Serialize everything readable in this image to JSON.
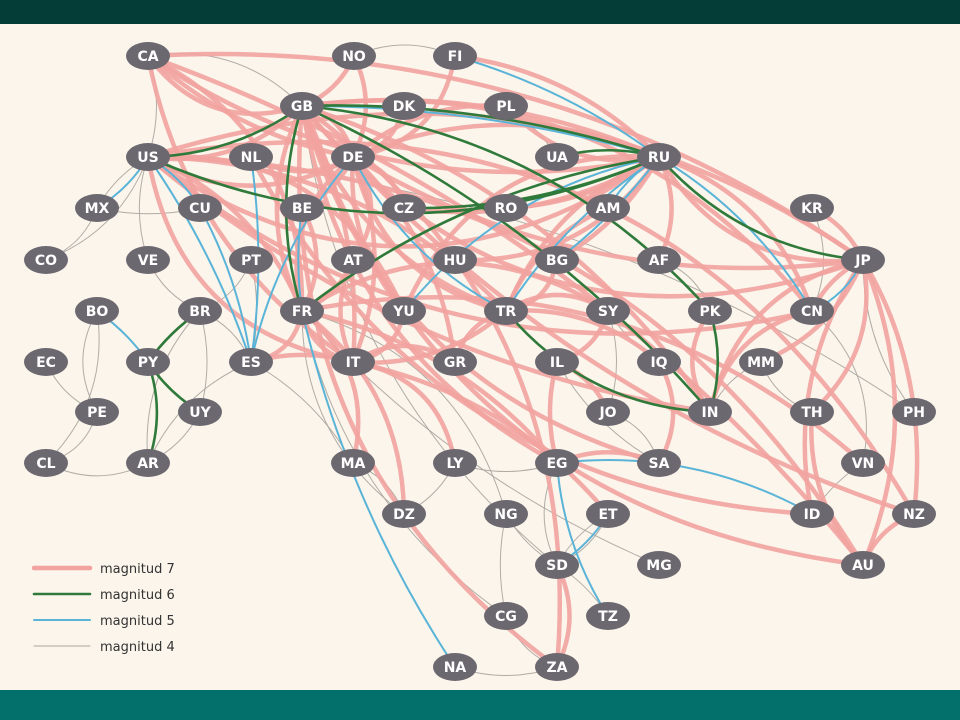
{
  "colors": {
    "m7": "#f2a3a0",
    "m6": "#2f7a3a",
    "m5": "#5ab4d8",
    "m4": "#a9a59e",
    "node": "#6b6870",
    "node_text": "#ffffff",
    "background": "#fbf5ec",
    "top_bar": "#043c38",
    "bottom_bar": "#04706b"
  },
  "legend": [
    {
      "key": "m7",
      "label": "magnitud 7"
    },
    {
      "key": "m6",
      "label": "magnitud 6"
    },
    {
      "key": "m5",
      "label": "magnitud 5"
    },
    {
      "key": "m4",
      "label": "magnitud 4"
    }
  ],
  "nodes": [
    {
      "id": "CA"
    },
    {
      "id": "NO"
    },
    {
      "id": "FI"
    },
    {
      "id": "GB"
    },
    {
      "id": "DK"
    },
    {
      "id": "PL"
    },
    {
      "id": "US"
    },
    {
      "id": "NL"
    },
    {
      "id": "DE"
    },
    {
      "id": "UA"
    },
    {
      "id": "RU"
    },
    {
      "id": "MX"
    },
    {
      "id": "CU"
    },
    {
      "id": "BE"
    },
    {
      "id": "CZ"
    },
    {
      "id": "RO"
    },
    {
      "id": "AM"
    },
    {
      "id": "KR"
    },
    {
      "id": "CO"
    },
    {
      "id": "VE"
    },
    {
      "id": "PT"
    },
    {
      "id": "AT"
    },
    {
      "id": "HU"
    },
    {
      "id": "BG"
    },
    {
      "id": "AF"
    },
    {
      "id": "JP"
    },
    {
      "id": "BO"
    },
    {
      "id": "BR"
    },
    {
      "id": "FR"
    },
    {
      "id": "YU"
    },
    {
      "id": "TR"
    },
    {
      "id": "SY"
    },
    {
      "id": "PK"
    },
    {
      "id": "CN"
    },
    {
      "id": "EC"
    },
    {
      "id": "PY"
    },
    {
      "id": "ES"
    },
    {
      "id": "IT"
    },
    {
      "id": "GR"
    },
    {
      "id": "IL"
    },
    {
      "id": "IQ"
    },
    {
      "id": "MM"
    },
    {
      "id": "PE"
    },
    {
      "id": "UY"
    },
    {
      "id": "JO"
    },
    {
      "id": "IN"
    },
    {
      "id": "TH"
    },
    {
      "id": "PH"
    },
    {
      "id": "CL"
    },
    {
      "id": "AR"
    },
    {
      "id": "MA"
    },
    {
      "id": "LY"
    },
    {
      "id": "EG"
    },
    {
      "id": "SA"
    },
    {
      "id": "VN"
    },
    {
      "id": "DZ"
    },
    {
      "id": "NG"
    },
    {
      "id": "ET"
    },
    {
      "id": "ID"
    },
    {
      "id": "NZ"
    },
    {
      "id": "SD"
    },
    {
      "id": "MG"
    },
    {
      "id": "AU"
    },
    {
      "id": "CG"
    },
    {
      "id": "TZ"
    },
    {
      "id": "NA"
    },
    {
      "id": "ZA"
    }
  ],
  "edges": {
    "m7": [
      [
        "CA",
        "GB"
      ],
      [
        "CA",
        "DE"
      ],
      [
        "CA",
        "FR"
      ],
      [
        "CA",
        "IT"
      ],
      [
        "CA",
        "JP"
      ],
      [
        "CA",
        "RU"
      ],
      [
        "CA",
        "AU"
      ],
      [
        "US",
        "GB"
      ],
      [
        "US",
        "DE"
      ],
      [
        "US",
        "FR"
      ],
      [
        "US",
        "IT"
      ],
      [
        "US",
        "JP"
      ],
      [
        "US",
        "RU"
      ],
      [
        "US",
        "CN"
      ],
      [
        "US",
        "TR"
      ],
      [
        "US",
        "AU"
      ],
      [
        "US",
        "NZ"
      ],
      [
        "US",
        "IN"
      ],
      [
        "US",
        "YU"
      ],
      [
        "GB",
        "DE"
      ],
      [
        "GB",
        "FR"
      ],
      [
        "GB",
        "IT"
      ],
      [
        "GB",
        "TR"
      ],
      [
        "GB",
        "IN"
      ],
      [
        "GB",
        "AU"
      ],
      [
        "GB",
        "NZ"
      ],
      [
        "GB",
        "JP"
      ],
      [
        "GB",
        "ZA"
      ],
      [
        "GB",
        "EG"
      ],
      [
        "GB",
        "SA"
      ],
      [
        "GB",
        "RU"
      ],
      [
        "GB",
        "CN"
      ],
      [
        "NO",
        "DE"
      ],
      [
        "NO",
        "GB"
      ],
      [
        "FI",
        "RU"
      ],
      [
        "FI",
        "DE"
      ],
      [
        "DK",
        "DE"
      ],
      [
        "PL",
        "DE"
      ],
      [
        "PL",
        "RU"
      ],
      [
        "NL",
        "DE"
      ],
      [
        "NL",
        "ID"
      ],
      [
        "DE",
        "FR"
      ],
      [
        "DE",
        "RU"
      ],
      [
        "DE",
        "IT"
      ],
      [
        "DE",
        "AT"
      ],
      [
        "DE",
        "CZ"
      ],
      [
        "DE",
        "YU"
      ],
      [
        "DE",
        "TR"
      ],
      [
        "DE",
        "GR"
      ],
      [
        "DE",
        "JP"
      ],
      [
        "DE",
        "BE"
      ],
      [
        "RU",
        "JP"
      ],
      [
        "RU",
        "CN"
      ],
      [
        "RU",
        "TR"
      ],
      [
        "RU",
        "AF"
      ],
      [
        "RU",
        "BG"
      ],
      [
        "RU",
        "RO"
      ],
      [
        "RU",
        "HU"
      ],
      [
        "RU",
        "CZ"
      ],
      [
        "RU",
        "YU"
      ],
      [
        "FR",
        "IT"
      ],
      [
        "FR",
        "ES"
      ],
      [
        "FR",
        "MA"
      ],
      [
        "FR",
        "DZ"
      ],
      [
        "FR",
        "SY"
      ],
      [
        "FR",
        "AT"
      ],
      [
        "FR",
        "BE"
      ],
      [
        "FR",
        "EG"
      ],
      [
        "FR",
        "VN"
      ],
      [
        "IT",
        "ET"
      ],
      [
        "IT",
        "LY"
      ],
      [
        "IT",
        "GR"
      ],
      [
        "IT",
        "YU"
      ],
      [
        "IT",
        "TR"
      ],
      [
        "IT",
        "AT"
      ],
      [
        "IT",
        "ES"
      ],
      [
        "TR",
        "GR"
      ],
      [
        "TR",
        "BG"
      ],
      [
        "TR",
        "AM"
      ],
      [
        "TR",
        "SY"
      ],
      [
        "TR",
        "IQ"
      ],
      [
        "JP",
        "CN"
      ],
      [
        "JP",
        "KR"
      ],
      [
        "JP",
        "AU"
      ],
      [
        "JP",
        "TH"
      ],
      [
        "JP",
        "MM"
      ],
      [
        "JP",
        "IN"
      ],
      [
        "JP",
        "ID"
      ],
      [
        "JP",
        "NZ"
      ],
      [
        "IN",
        "PK"
      ],
      [
        "IN",
        "CN"
      ],
      [
        "IL",
        "EG"
      ],
      [
        "IL",
        "SY"
      ],
      [
        "IL",
        "JO"
      ],
      [
        "EG",
        "SA"
      ],
      [
        "SD",
        "ZA"
      ],
      [
        "ZA",
        "GB"
      ],
      [
        "AU",
        "NZ"
      ],
      [
        "AU",
        "TH"
      ],
      [
        "IQ",
        "SA"
      ]
    ],
    "m6": [
      [
        "US",
        "GB"
      ],
      [
        "US",
        "RU"
      ],
      [
        "GB",
        "RU"
      ],
      [
        "GB",
        "FR"
      ],
      [
        "GB",
        "IN"
      ],
      [
        "GB",
        "PK"
      ],
      [
        "RU",
        "UA"
      ],
      [
        "RU",
        "CZ"
      ],
      [
        "RU",
        "FR"
      ],
      [
        "RU",
        "JP"
      ],
      [
        "BR",
        "PY"
      ],
      [
        "PY",
        "UY"
      ],
      [
        "PY",
        "AR"
      ],
      [
        "PK",
        "IN"
      ],
      [
        "TR",
        "IN"
      ]
    ],
    "m5": [
      [
        "BO",
        "PY"
      ],
      [
        "MX",
        "US"
      ],
      [
        "US",
        "ES"
      ],
      [
        "CU",
        "ES"
      ],
      [
        "US",
        "CU"
      ],
      [
        "FI",
        "RU"
      ],
      [
        "GB",
        "RU"
      ],
      [
        "RU",
        "TR"
      ],
      [
        "RU",
        "AM"
      ],
      [
        "RU",
        "YU"
      ],
      [
        "RU",
        "BG"
      ],
      [
        "DE",
        "TR"
      ],
      [
        "FR",
        "NA"
      ],
      [
        "ET",
        "SD"
      ],
      [
        "TZ",
        "EG"
      ],
      [
        "ID",
        "EG"
      ],
      [
        "CN",
        "JP"
      ],
      [
        "RU",
        "CN"
      ],
      [
        "DE",
        "ES"
      ],
      [
        "BE",
        "FR"
      ],
      [
        "NL",
        "ES"
      ]
    ],
    "m4": [
      [
        "CA",
        "US"
      ],
      [
        "US",
        "MX"
      ],
      [
        "MX",
        "CU"
      ],
      [
        "US",
        "CO"
      ],
      [
        "US",
        "VE"
      ],
      [
        "VE",
        "BR"
      ],
      [
        "BR",
        "AR"
      ],
      [
        "BR",
        "UY"
      ],
      [
        "BO",
        "CL"
      ],
      [
        "PE",
        "CL"
      ],
      [
        "PE",
        "BO"
      ],
      [
        "EC",
        "PE"
      ],
      [
        "AR",
        "CL"
      ],
      [
        "AR",
        "UY"
      ],
      [
        "BR",
        "ES"
      ],
      [
        "PT",
        "ES"
      ],
      [
        "PT",
        "BR"
      ],
      [
        "ES",
        "MA"
      ],
      [
        "MA",
        "DZ"
      ],
      [
        "DZ",
        "LY"
      ],
      [
        "LY",
        "EG"
      ],
      [
        "EG",
        "SD"
      ],
      [
        "SD",
        "ET"
      ],
      [
        "ET",
        "SD"
      ],
      [
        "NG",
        "CG"
      ],
      [
        "CG",
        "FR"
      ],
      [
        "MG",
        "FR"
      ],
      [
        "TZ",
        "SD"
      ],
      [
        "NG",
        "FR"
      ],
      [
        "DZ",
        "FR"
      ],
      [
        "SD",
        "GB"
      ],
      [
        "VN",
        "CN"
      ],
      [
        "PH",
        "JP"
      ],
      [
        "TH",
        "MM"
      ],
      [
        "MM",
        "IN"
      ],
      [
        "KR",
        "CN"
      ],
      [
        "AF",
        "PK"
      ],
      [
        "IQ",
        "SY"
      ],
      [
        "JO",
        "SY"
      ],
      [
        "SA",
        "JO"
      ],
      [
        "IL",
        "SA"
      ],
      [
        "ES",
        "AR"
      ],
      [
        "US",
        "PH"
      ],
      [
        "GB",
        "CA"
      ],
      [
        "NO",
        "FI"
      ],
      [
        "DK",
        "GB"
      ],
      [
        "PL",
        "UA"
      ],
      [
        "CO",
        "MX"
      ],
      [
        "VN",
        "ID"
      ],
      [
        "SD",
        "NG"
      ],
      [
        "ZA",
        "NA"
      ],
      [
        "CG",
        "ZA"
      ]
    ]
  }
}
